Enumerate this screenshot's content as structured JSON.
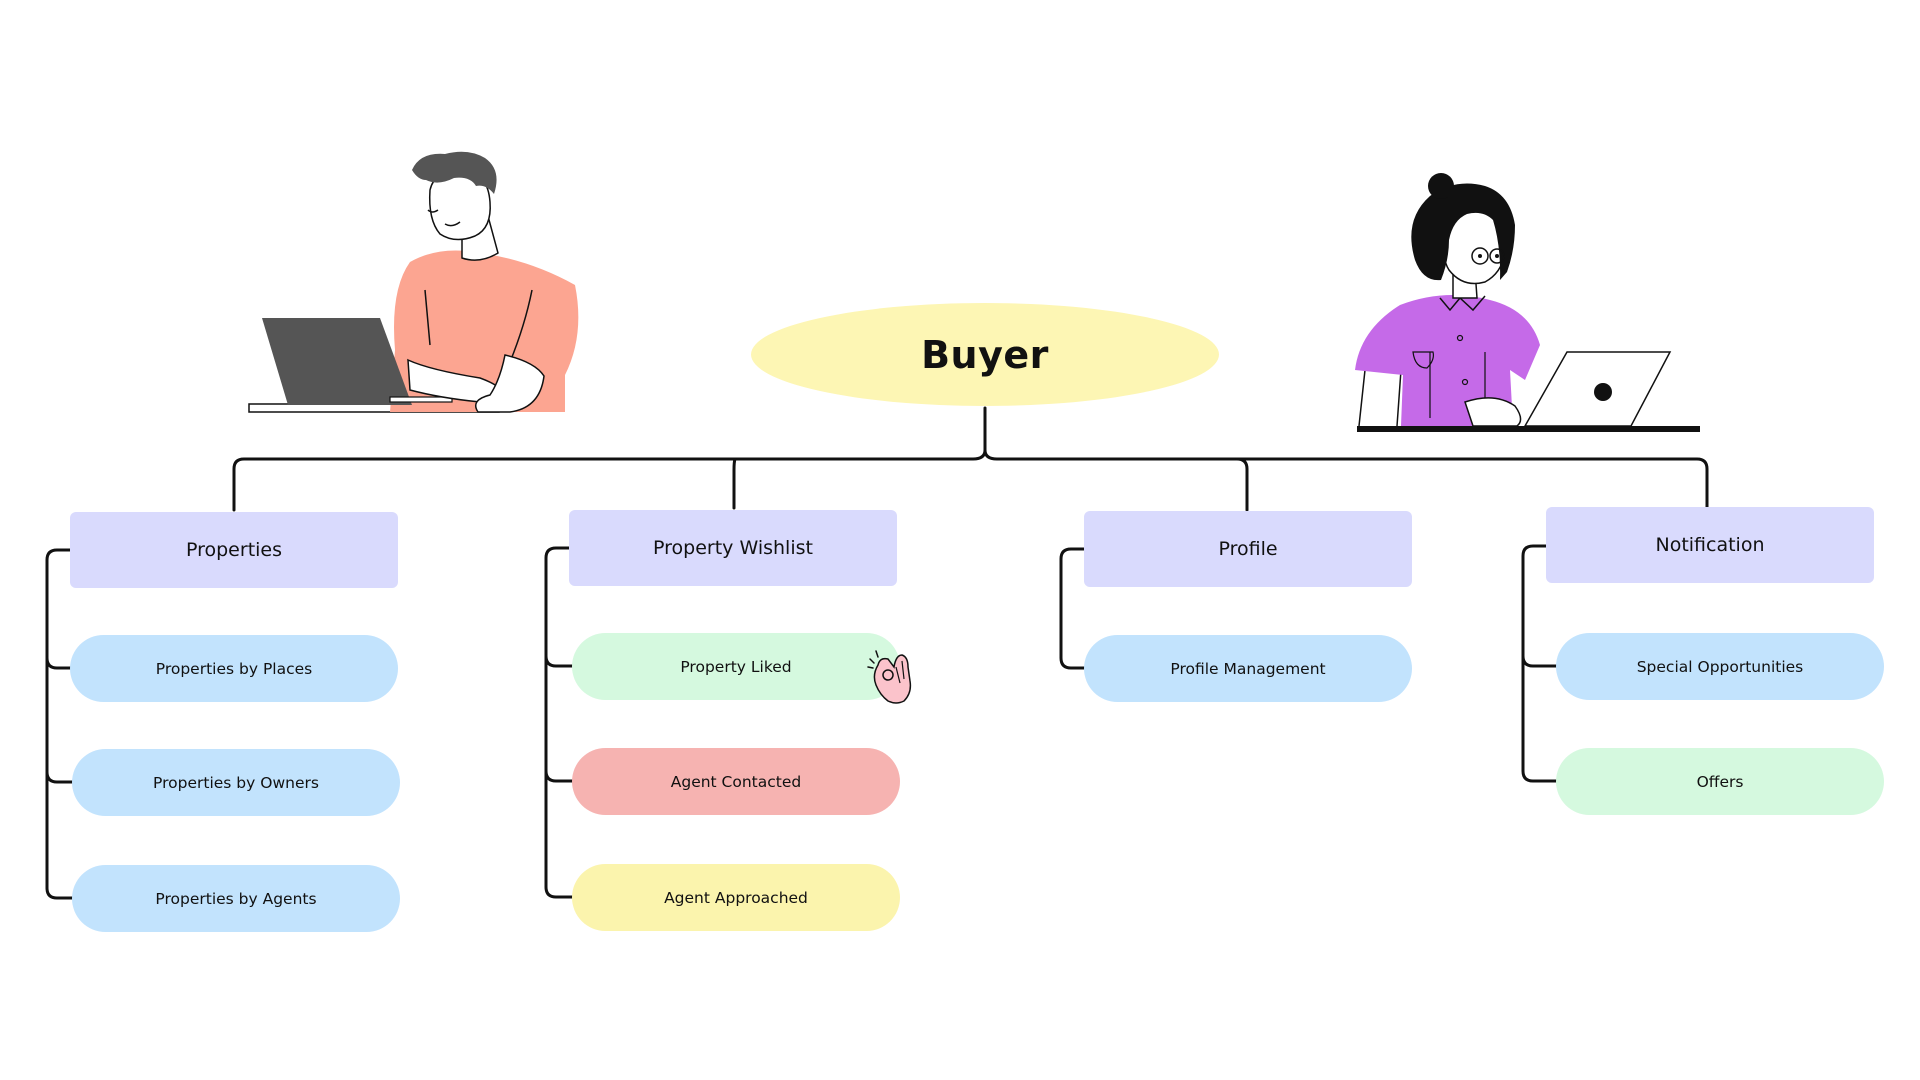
{
  "root": {
    "label": "Buyer",
    "color": "#fdf6b4"
  },
  "categories": [
    {
      "label": "Properties",
      "color": "#d9dafd"
    },
    {
      "label": "Property Wishlist",
      "color": "#d9dafd"
    },
    {
      "label": "Profile",
      "color": "#d9dafd"
    },
    {
      "label": "Notification",
      "color": "#d9dafd"
    }
  ],
  "items": {
    "properties": [
      {
        "label": "Properties by Places",
        "color": "#c2e3fd"
      },
      {
        "label": "Properties by Owners",
        "color": "#c2e3fd"
      },
      {
        "label": "Properties by Agents",
        "color": "#c2e3fd"
      }
    ],
    "wishlist": [
      {
        "label": "Property Liked",
        "color": "#d5f9df"
      },
      {
        "label": "Agent Contacted",
        "color": "#f6b3b1"
      },
      {
        "label": "Agent Approached",
        "color": "#fbf4ad"
      }
    ],
    "profile": [
      {
        "label": "Profile Management",
        "color": "#c2e3fd"
      }
    ],
    "notification": [
      {
        "label": "Special Opportunities",
        "color": "#c2e3fd"
      },
      {
        "label": "Offers",
        "color": "#d5f9df"
      }
    ]
  },
  "illustrations": {
    "left": "man-at-laptop-illustration",
    "right": "woman-at-laptop-illustration",
    "cursor": "ok-hand-icon"
  },
  "palette": {
    "connector": "#111111",
    "shirt_man": "#fca591",
    "shirt_woman": "#c56ae8",
    "laptop": "#555555"
  }
}
